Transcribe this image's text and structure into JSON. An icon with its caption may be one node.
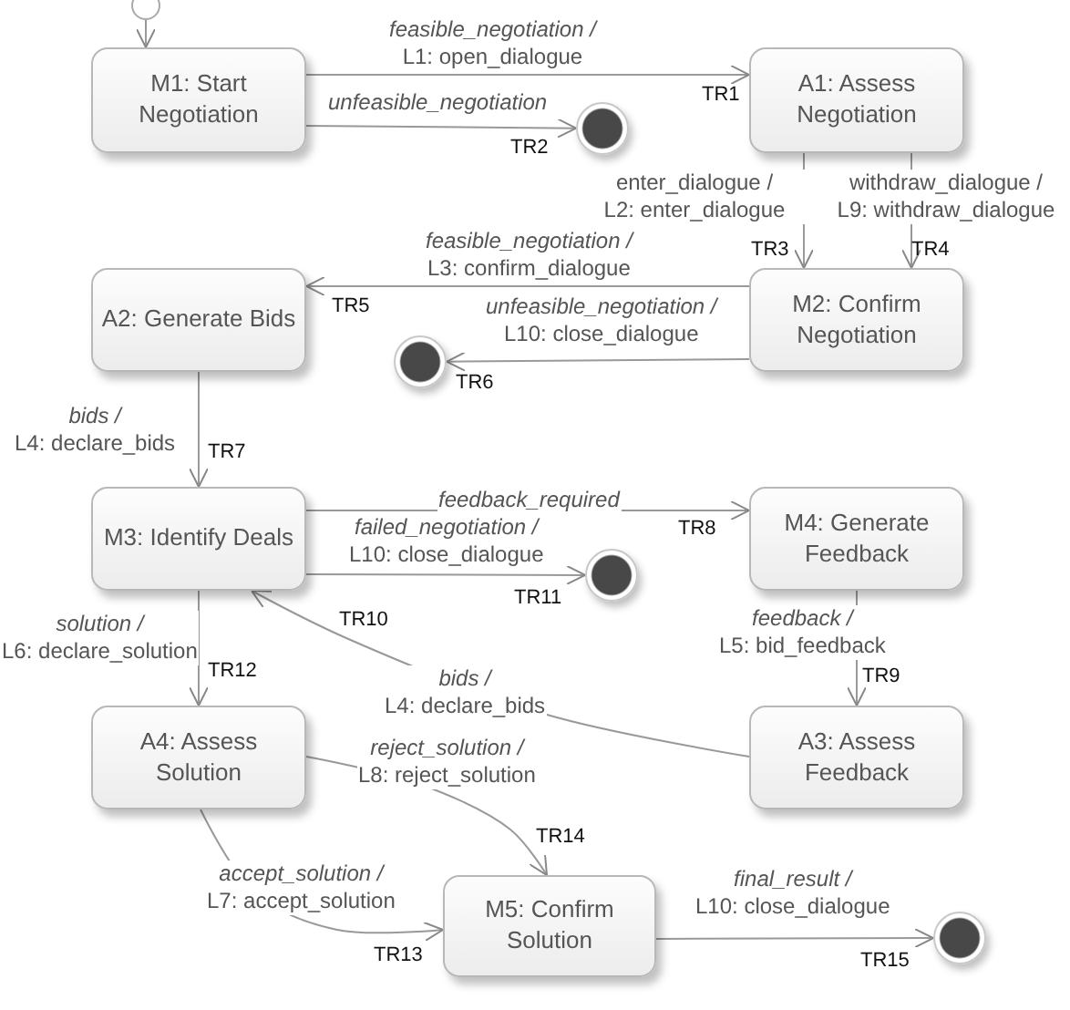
{
  "diagram": {
    "nodes": [
      {
        "text": [],
        "shape": "circle"
      },
      {
        "text": [
          "M1: Start Negotiation"
        ]
      },
      {
        "text": [
          "A1: Assess Negotiation"
        ]
      },
      {
        "text": [],
        "shape": "circle"
      },
      {
        "text": [
          "A2: Generate Bids"
        ]
      },
      {
        "text": [
          "M2: Confirm Negotiation"
        ]
      },
      {
        "text": [],
        "shape": "circle"
      },
      {
        "text": [
          "M3: Identify Deals"
        ]
      },
      {
        "text": [
          "M4: Generate Feedback"
        ]
      },
      {
        "text": [],
        "shape": "circle"
      },
      {
        "text": [
          "A4: Assess Solution"
        ]
      },
      {
        "text": [
          "A3: Assess Feedback"
        ]
      },
      {
        "text": [
          "M5: Confirm Solution"
        ]
      },
      {
        "text": [],
        "shape": "circle"
      }
    ],
    "edges": [
      {
        "from": 0,
        "to": 1,
        "arrow": "to"
      },
      {
        "from": 1,
        "to": 2,
        "arrow": "to",
        "label": "*feasible_negotiation /* L1: open_dialogue"
      },
      {
        "from": 1,
        "to": 3,
        "arrow": "to",
        "label": "*unfeasible_negotiation*"
      },
      {
        "from": 2,
        "to": 5,
        "arrow": "to",
        "label": "enter_dialogue / L2: enter_dialogue"
      },
      {
        "from": 2,
        "to": 5,
        "arrow": "to",
        "label": "withdraw_dialogue / L9: withdraw_dialogue"
      },
      {
        "from": 5,
        "to": 4,
        "arrow": "to",
        "label": "*feasible_negotiation /* L3: confirm_dialogue"
      },
      {
        "from": 5,
        "to": 6,
        "arrow": "to",
        "label": "*unfeasible_negotiation /* L10: close_dialogue"
      },
      {
        "from": 4,
        "to": 7,
        "arrow": "to",
        "label": "*bids /* L4: declare_bids"
      },
      {
        "from": 7,
        "to": 8,
        "arrow": "to",
        "label": "*feedback_required*"
      },
      {
        "from": 7,
        "to": 9,
        "arrow": "to",
        "label": "*failed_negotiation /* L10: close_dialogue"
      },
      {
        "from": 8,
        "to": 11,
        "arrow": "to",
        "label": "*feedback /* L5: bid_feedback"
      },
      {
        "from": 11,
        "to": 7,
        "arrow": "to",
        "label": "*bids /* L4: declare_bids"
      },
      {
        "from": 7,
        "to": 10,
        "arrow": "to",
        "label": "*solution /* L6: declare_solution"
      },
      {
        "from": 10,
        "to": 12,
        "arrow": "to",
        "label": "*reject_solution /* L8: reject_solution"
      },
      {
        "from": 10,
        "to": 12,
        "arrow": "to",
        "label": "*accept_solution /* L7: accept_solution"
      },
      {
        "from": 12,
        "to": 13,
        "arrow": "to",
        "label": "*final_result /* L10: close_dialogue"
      }
    ],
    "labels": [
      "TR1",
      "TR2",
      "TR3",
      "TR4",
      "TR5",
      "TR6",
      "TR7",
      "TR8",
      "TR11",
      "TR10",
      "TR12",
      "TR9",
      "TR14",
      "TR13",
      "TR15"
    ]
  }
}
